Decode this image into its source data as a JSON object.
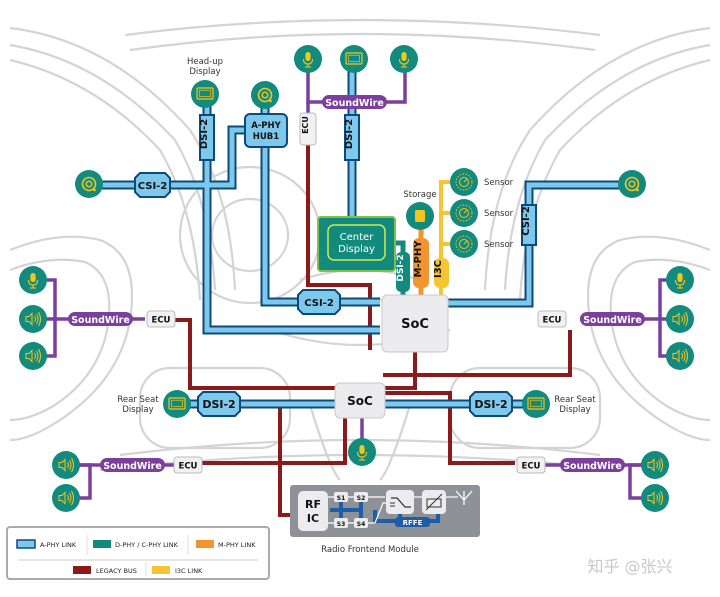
{
  "diagram": {
    "title": "Automotive connectivity architecture",
    "nodes": {
      "hud_label": [
        "Head-up",
        "Display"
      ],
      "aphy_hub": [
        "A-PHY",
        "HUB1"
      ],
      "center_display": [
        "Center",
        "Display"
      ],
      "storage": "Storage",
      "sensor": "Sensor",
      "soc_main": "SoC",
      "soc_rear": "SoC",
      "rear_seat_display": [
        "Rear Seat",
        "Display"
      ],
      "ecu": "ECU",
      "rf_ic": [
        "RF",
        "IC"
      ],
      "switches": [
        "S1",
        "S2",
        "S3",
        "S4"
      ],
      "rffe": "RFFE",
      "radio_module": "Radio Frontend Module"
    },
    "links": {
      "csi2": "CSI-2",
      "dsi2": "DSI-2",
      "soundwire": "SoundWire",
      "mphy": "M-PHY",
      "i3c": "I3C"
    },
    "watermark": "知乎 @张兴"
  },
  "legend": {
    "items": [
      {
        "label": "A-PHY LINK",
        "color": "#7ec8ec",
        "border": "#0d4a7a"
      },
      {
        "label": "D-PHY / C-PHY LINK",
        "color": "#138a7e"
      },
      {
        "label": "M-PHY LINK",
        "color": "#f29530"
      },
      {
        "label": "LEGACY BUS",
        "color": "#8b1a1a"
      },
      {
        "label": "I3C LINK",
        "color": "#f7c531"
      }
    ]
  },
  "colors": {
    "aphy_fill": "#7ec8ec",
    "aphy_border": "#0d4a7a",
    "dphy": "#138a7e",
    "mphy": "#f29530",
    "legacy": "#8b1a1a",
    "i3c": "#f7c531",
    "soundwire": "#7b3f9e",
    "node_green": "#138a7e",
    "icon_yellow": "#f5c518",
    "soc_fill": "#ececee",
    "car_outline": "#cfcfcf"
  }
}
